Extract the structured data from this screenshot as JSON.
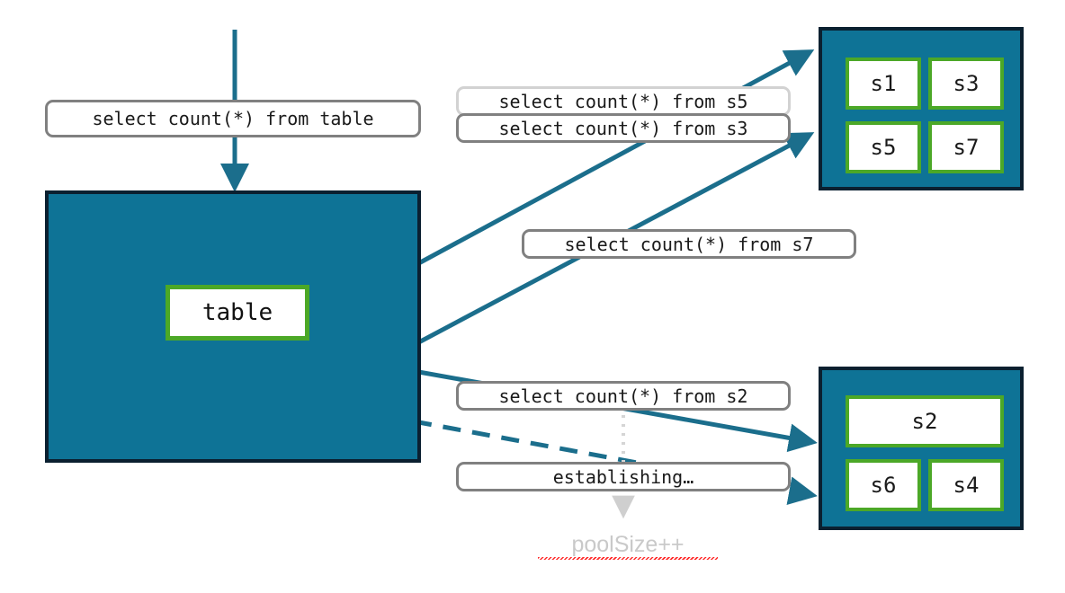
{
  "diagram": {
    "title": "connection pool query routing diagram",
    "colors": {
      "panel_fill": "#0E7396",
      "panel_border": "#0B2030",
      "slot_border": "#4CA827",
      "arrow": "#1B6E8C",
      "label_border": "#808080",
      "label_border_light": "#d2d2d2",
      "muted_text": "#c9c9c9",
      "dotted_guide": "#d5d5d5"
    }
  },
  "main_query": {
    "label": "select count(*) from table"
  },
  "table_box": {
    "slot_label": "table"
  },
  "queries": [
    {
      "id": "q-s5",
      "label": "select count(*) from s5",
      "style": "light"
    },
    {
      "id": "q-s3",
      "label": "select count(*) from s3",
      "style": "normal"
    },
    {
      "id": "q-s7",
      "label": "select count(*) from s7",
      "style": "normal"
    },
    {
      "id": "q-s2",
      "label": "select count(*) from s2",
      "style": "normal"
    },
    {
      "id": "q-establishing",
      "label": "establishing…",
      "style": "normal"
    }
  ],
  "pool_top": {
    "slots": [
      {
        "label": "s1"
      },
      {
        "label": "s3"
      },
      {
        "label": "s5"
      },
      {
        "label": "s7"
      }
    ]
  },
  "pool_bottom": {
    "slots": [
      {
        "label": "s2"
      },
      {
        "label": "s6"
      },
      {
        "label": "s4"
      }
    ]
  },
  "annotation": {
    "pool_size": "poolSize++"
  }
}
